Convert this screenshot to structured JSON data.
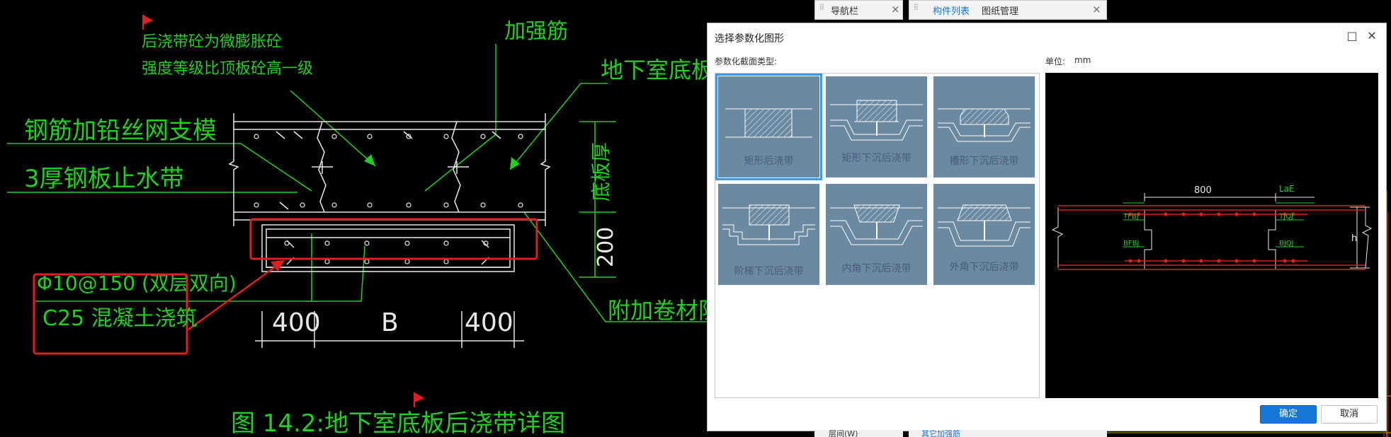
{
  "drawing": {
    "note_line1": "后浇带砼为微膨胀砼",
    "note_line2": "强度等级比顶板砼高一级",
    "rebar_label": "加强筋",
    "basement_slab_label": "地下室底板",
    "mesh_label": "钢筋加铅丝网支模",
    "waterstop_label": "3厚钢板止水带",
    "slab_thickness_label": "底板厚",
    "dim_200": "200",
    "rebar_spec": "Φ10@150 (双层双向)",
    "concrete_label": "C25 混凝土浇筑",
    "waterproof_label": "附加卷材防水",
    "dim_400_left": "400",
    "dim_b": "B",
    "dim_400_right": "400",
    "figure_caption": "图 14.2:地下室底板后浇带详图",
    "colors": {
      "green": "#20d020",
      "white": "#e8e8e8",
      "red": "#e02020"
    }
  },
  "top_panels": {
    "nav": {
      "tab": "导航栏",
      "close_icon": "close-icon"
    },
    "components": {
      "tab_active": "构件列表",
      "tab2": "图纸管理",
      "close_icon": "close-icon"
    }
  },
  "dialog": {
    "title": "选择参数化图形",
    "type_label": "参数化截面类型:",
    "unit_label": "单位:",
    "unit_value": "mm",
    "tiles": [
      {
        "label": "矩形后浇带",
        "selected": true
      },
      {
        "label": "矩形下沉后浇带",
        "selected": false
      },
      {
        "label": "槽形下沉后浇带",
        "selected": false
      },
      {
        "label": "阶梯下沉后浇带",
        "selected": false
      },
      {
        "label": "内角下沉后浇带",
        "selected": false
      },
      {
        "label": "外角下沉后浇带",
        "selected": false
      }
    ],
    "preview": {
      "dim_width": "800",
      "dim_lae": "LaE",
      "label_tfbj": "TFBJ",
      "label_tjqj": "TJQJ",
      "label_bfbj": "BFBJ",
      "label_bjqj": "BJQJ",
      "label_h": "h"
    },
    "ok_label": "确定",
    "cancel_label": "取消",
    "maximize_icon": "maximize-icon",
    "close_icon": "close-icon"
  },
  "bottom_panels": {
    "left_text": "层间(W)",
    "right_text": "其它加强筋"
  }
}
